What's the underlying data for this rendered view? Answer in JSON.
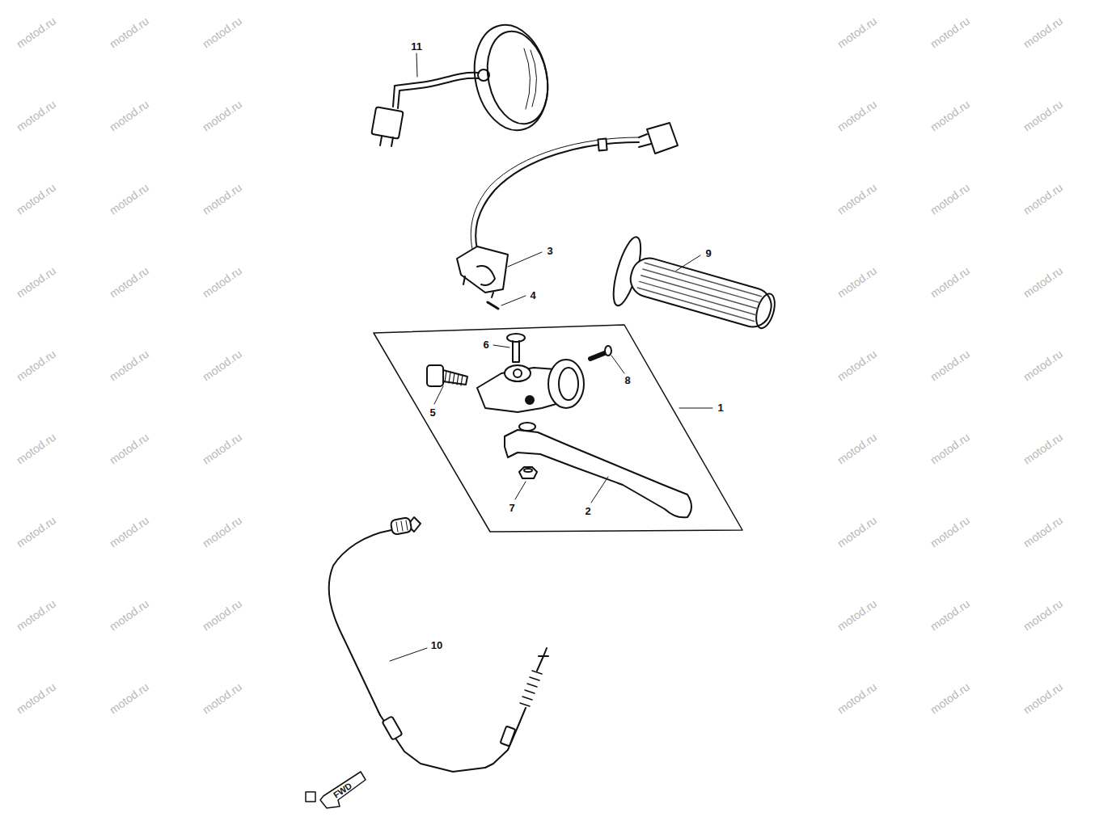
{
  "diagram": {
    "labels": [
      "11",
      "3",
      "9",
      "4",
      "6",
      "8",
      "5",
      "1",
      "7",
      "2",
      "10",
      "FWD",
      "motod.ru",
      "motod.ru",
      "motod.ru",
      "motod.ru",
      "motod.ru",
      "motod.ru",
      "motod.ru",
      "motod.ru",
      "motod.ru",
      "motod.ru",
      "motod.ru",
      "motod.ru",
      "motod.ru",
      "motod.ru",
      "motod.ru",
      "motod.ru",
      "motod.ru",
      "motod.ru",
      "motod.ru",
      "motod.ru",
      "motod.ru",
      "motod.ru",
      "motod.ru",
      "motod.ru",
      "motod.ru",
      "motod.ru",
      "motod.ru",
      "motod.ru",
      "motod.ru",
      "motod.ru",
      "motod.ru",
      "motod.ru",
      "motod.ru",
      "motod.ru",
      "motod.ru",
      "motod.ru",
      "motod.ru",
      "motod.ru",
      "motod.ru",
      "motod.ru",
      "motod.ru",
      "motod.ru",
      "motod.ru",
      "motod.ru",
      "motod.ru",
      "motod.ru",
      "motod.ru",
      "motod.ru",
      "motod.ru",
      "motod.ru",
      "motod.ru",
      "motod.ru",
      "motod.ru",
      "motod.ru"
    ]
  }
}
